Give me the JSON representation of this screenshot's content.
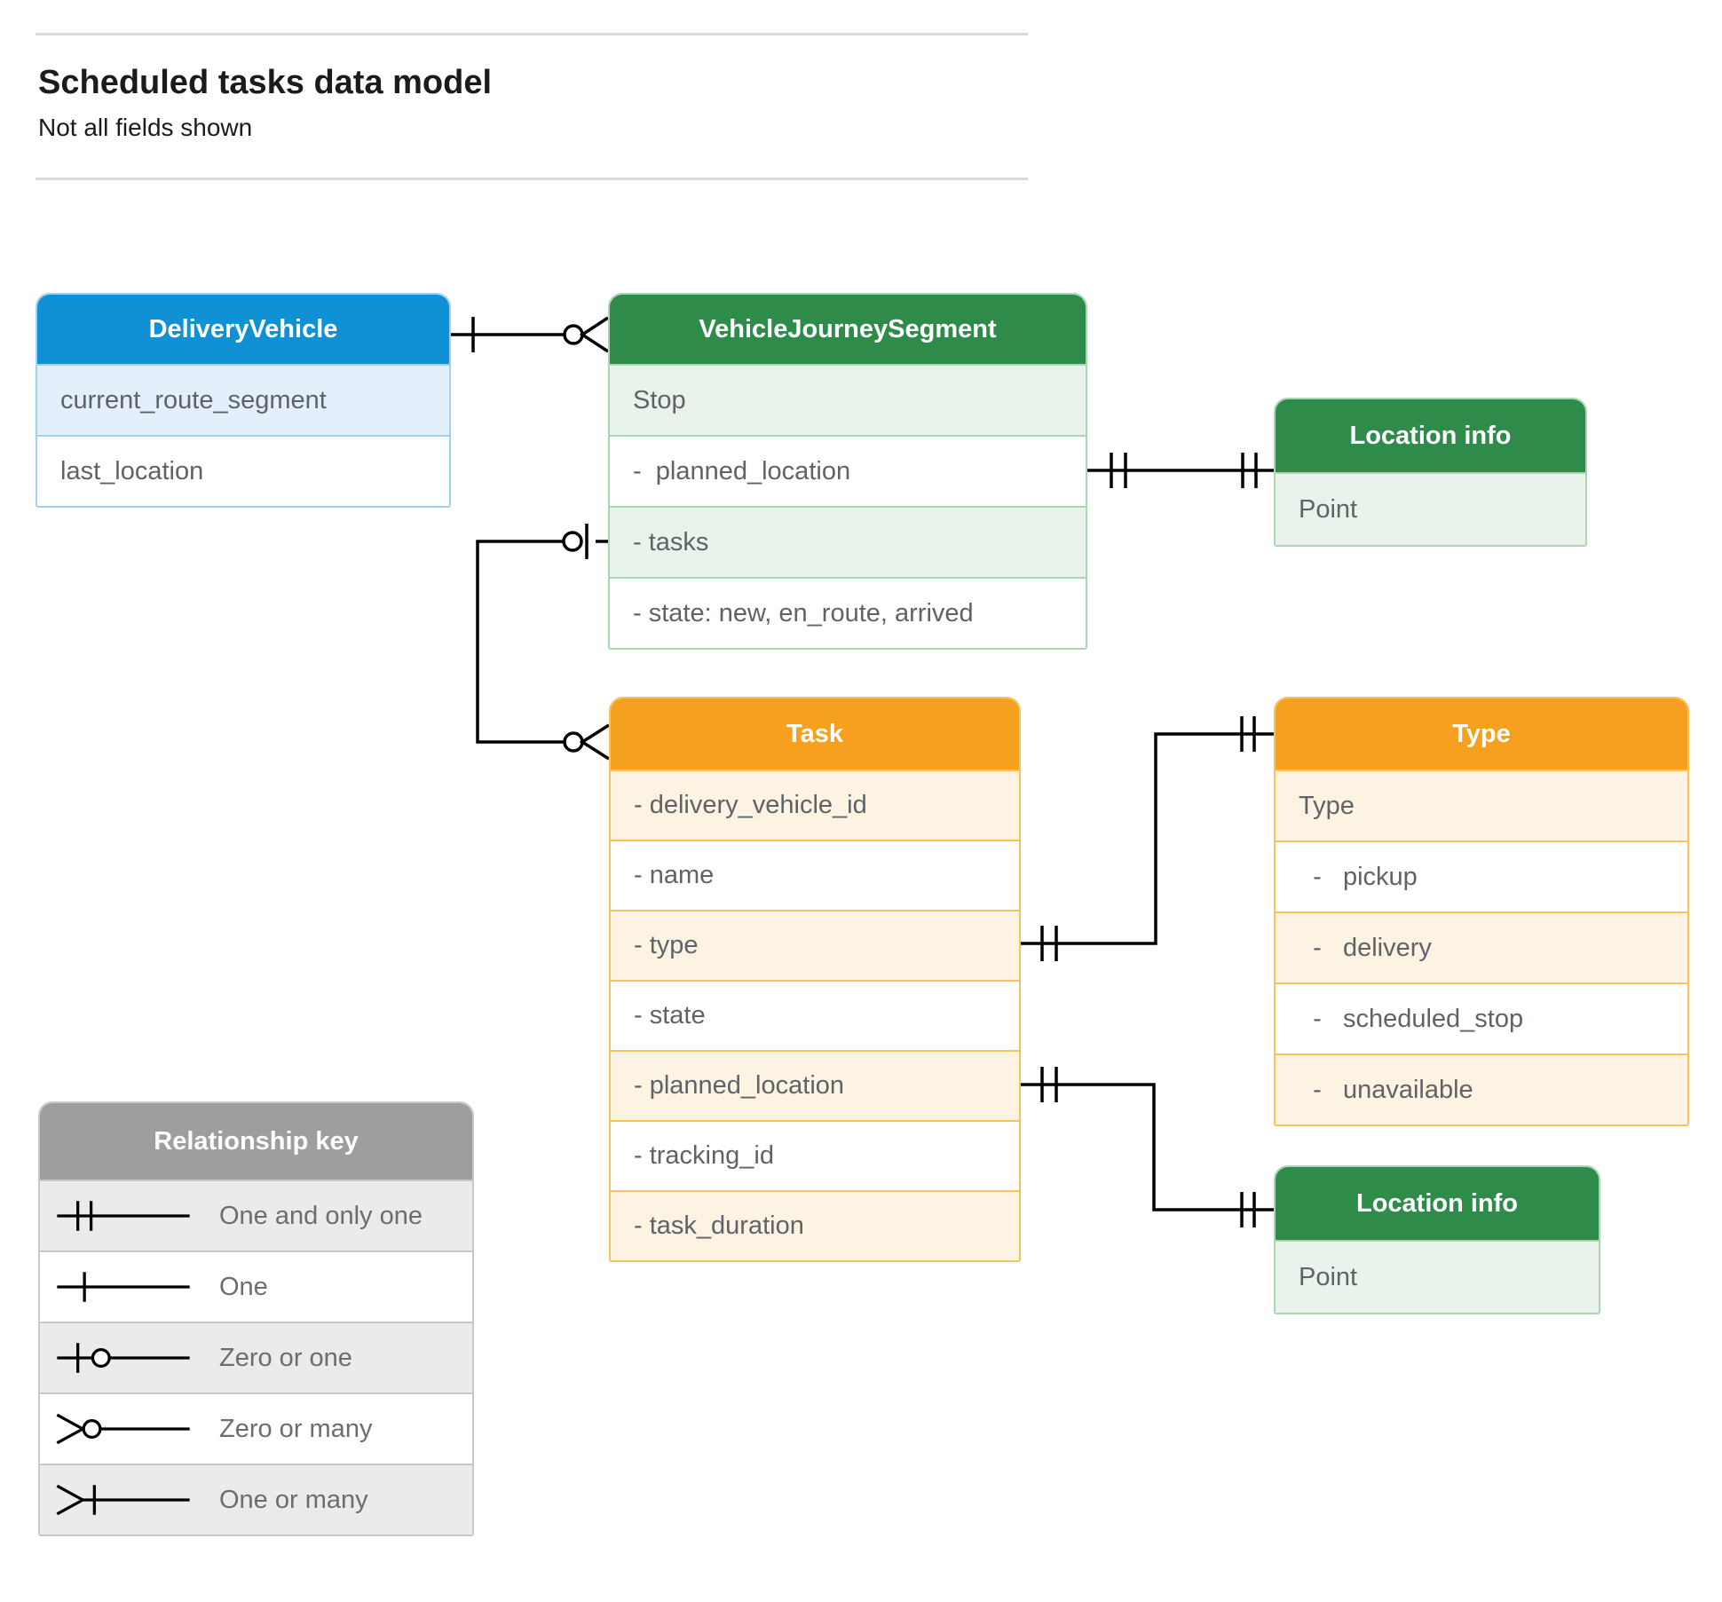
{
  "page": {
    "title": "Scheduled tasks data model",
    "subtitle": "Not all fields shown"
  },
  "entities": {
    "delivery_vehicle": {
      "title": "DeliveryVehicle",
      "fields": [
        "current_route_segment",
        "last_location"
      ]
    },
    "vehicle_journey_segment": {
      "title": "VehicleJourneySegment",
      "fields": [
        "Stop",
        "-  planned_location",
        "- tasks",
        "- state: new, en_route, arrived"
      ]
    },
    "location_info_top": {
      "title": "Location info",
      "fields": [
        "Point"
      ]
    },
    "task": {
      "title": "Task",
      "fields": [
        "- delivery_vehicle_id",
        "- name",
        "- type",
        "- state",
        "- planned_location",
        "- tracking_id",
        "- task_duration"
      ]
    },
    "type": {
      "title": "Type",
      "fields": [
        "Type",
        "  -   pickup",
        "  -   delivery",
        "  -   scheduled_stop",
        "  -   unavailable"
      ]
    },
    "location_info_bottom": {
      "title": "Location info",
      "fields": [
        "Point"
      ]
    }
  },
  "legend": {
    "title": "Relationship key",
    "items": [
      {
        "symbol": "one-and-only-one",
        "label": "One and only one"
      },
      {
        "symbol": "one",
        "label": "One"
      },
      {
        "symbol": "zero-or-one",
        "label": "Zero or one"
      },
      {
        "symbol": "zero-or-many",
        "label": "Zero or many"
      },
      {
        "symbol": "one-or-many",
        "label": "One or many"
      }
    ]
  },
  "relationships": [
    {
      "from": "DeliveryVehicle",
      "to": "VehicleJourneySegment",
      "from_cardinality": "one",
      "to_cardinality": "zero or many"
    },
    {
      "from": "VehicleJourneySegment.tasks",
      "to": "Task",
      "from_cardinality": "zero or one",
      "to_cardinality": "zero or many"
    },
    {
      "from": "VehicleJourneySegment.planned_location",
      "to": "Location info",
      "from_cardinality": "one and only one",
      "to_cardinality": "one and only one"
    },
    {
      "from": "Task.type",
      "to": "Type",
      "from_cardinality": "one and only one",
      "to_cardinality": "one and only one"
    },
    {
      "from": "Task.planned_location",
      "to": "Location info",
      "from_cardinality": "one and only one",
      "to_cardinality": "one and only one"
    }
  ],
  "colors": {
    "blue_header": "#1191d5",
    "green_header": "#2e8b4a",
    "orange_header": "#f5a01e",
    "gray_header": "#9e9e9e",
    "field_text": "#5f6368",
    "connector_line": "#000000"
  }
}
